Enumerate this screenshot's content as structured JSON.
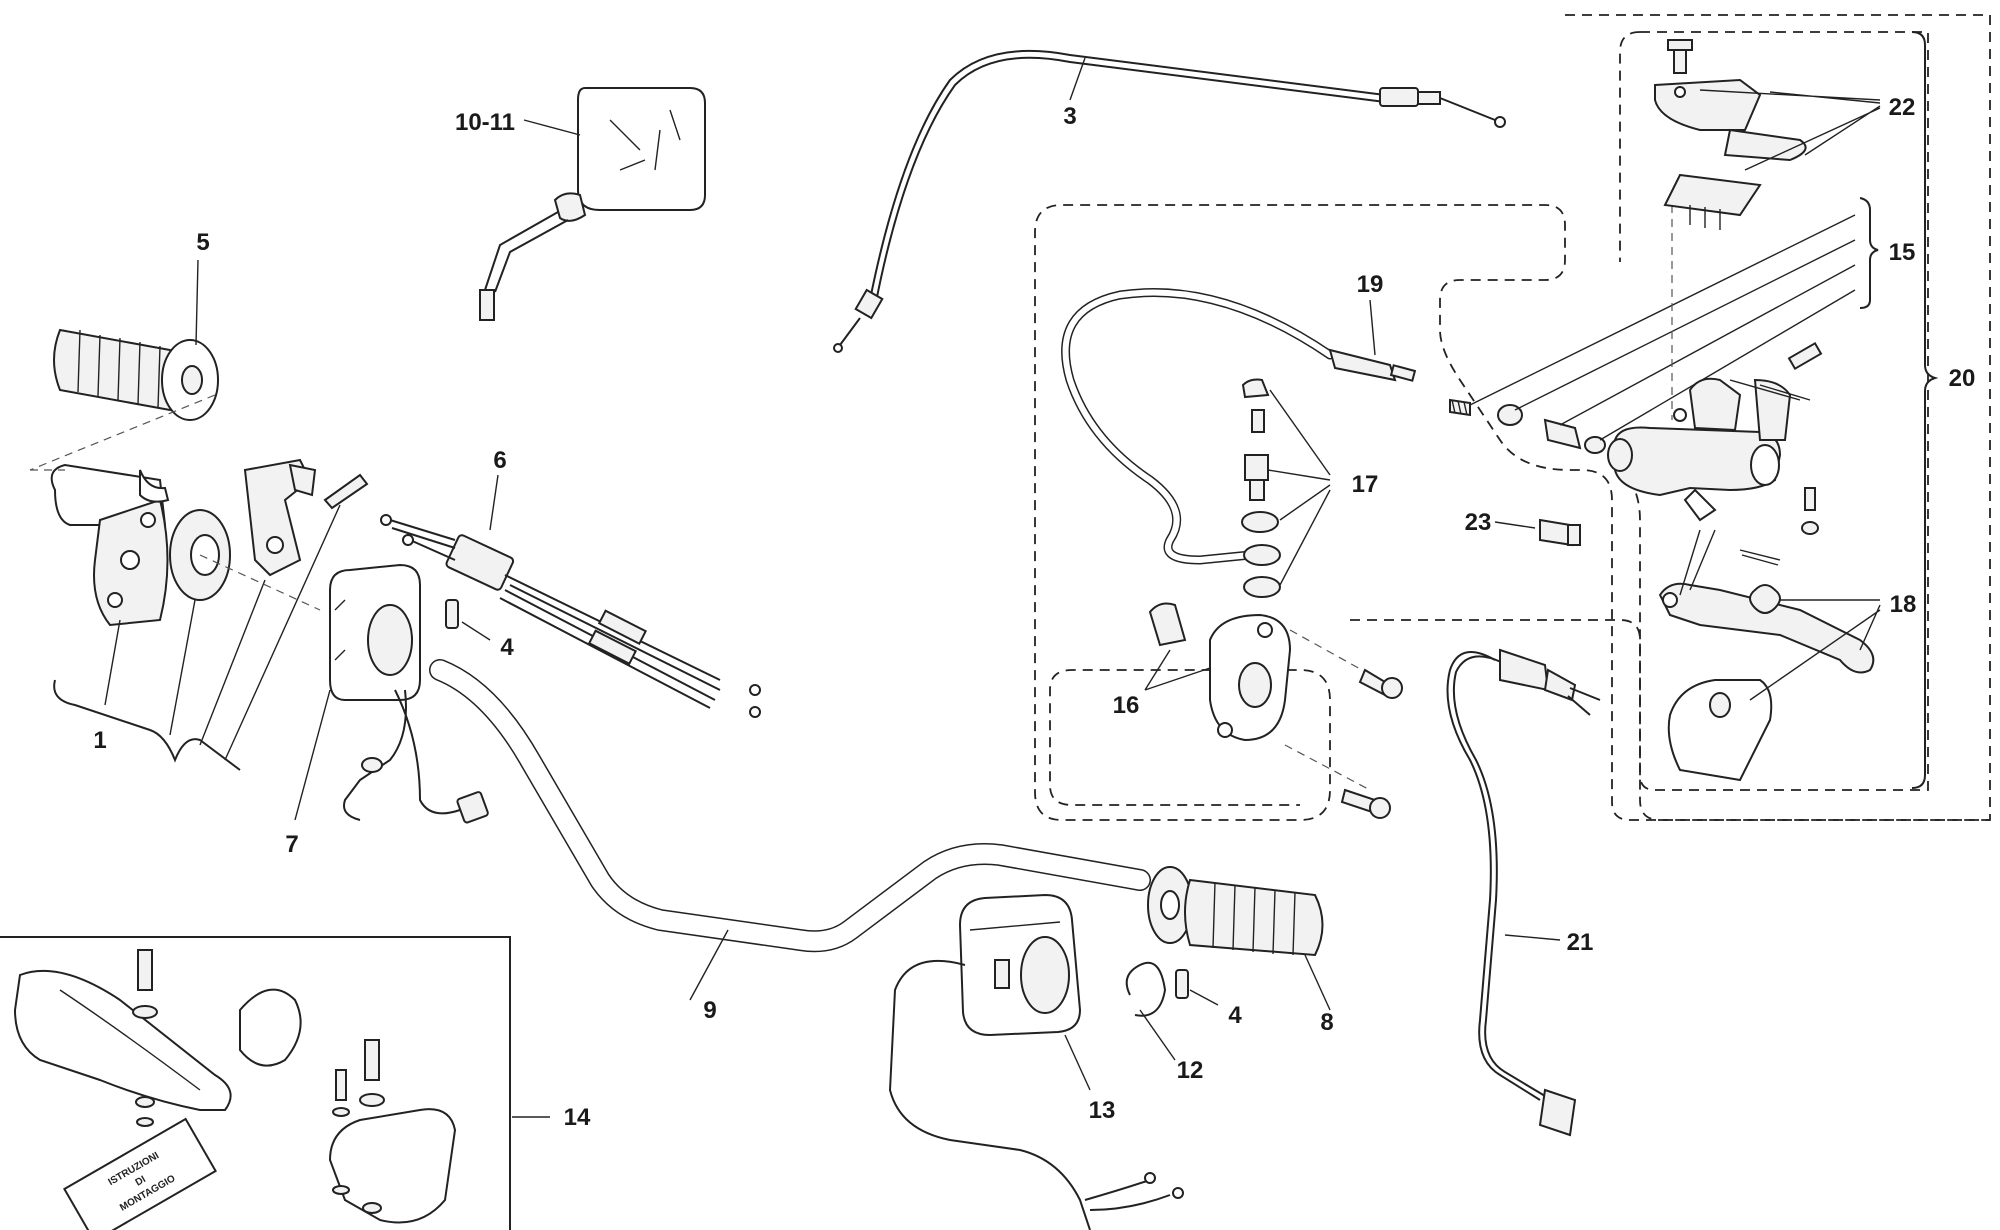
{
  "diagram": {
    "callouts": [
      {
        "id": "c1",
        "text": "1"
      },
      {
        "id": "c3",
        "text": "3"
      },
      {
        "id": "c4a",
        "text": "4"
      },
      {
        "id": "c4b",
        "text": "4"
      },
      {
        "id": "c5",
        "text": "5"
      },
      {
        "id": "c6",
        "text": "6"
      },
      {
        "id": "c7",
        "text": "7"
      },
      {
        "id": "c8",
        "text": "8"
      },
      {
        "id": "c9",
        "text": "9"
      },
      {
        "id": "c10",
        "text": "10-11"
      },
      {
        "id": "c12",
        "text": "12"
      },
      {
        "id": "c13",
        "text": "13"
      },
      {
        "id": "c14",
        "text": "14"
      },
      {
        "id": "c15",
        "text": "15"
      },
      {
        "id": "c16",
        "text": "16"
      },
      {
        "id": "c17",
        "text": "17"
      },
      {
        "id": "c18",
        "text": "18"
      },
      {
        "id": "c19",
        "text": "19"
      },
      {
        "id": "c20",
        "text": "20"
      },
      {
        "id": "c21",
        "text": "21"
      },
      {
        "id": "c22",
        "text": "22"
      },
      {
        "id": "c23",
        "text": "23"
      }
    ],
    "booklet": {
      "line1": "ISTRUZIONI",
      "line2": "DI",
      "line3": "MONTAGGIO"
    }
  }
}
